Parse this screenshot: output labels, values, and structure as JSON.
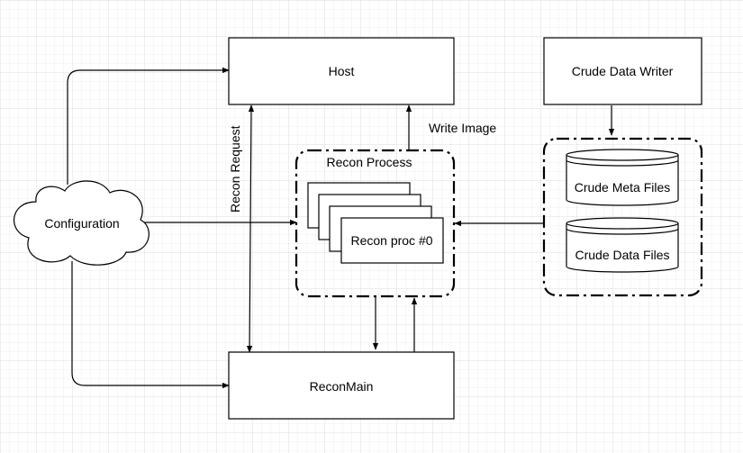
{
  "nodes": {
    "host": "Host",
    "crude_data_writer": "Crude Data Writer",
    "configuration": "Configuration",
    "recon_process": "Recon Process",
    "recon_proc": "Recon proc #0",
    "crude_meta_files": "Crude Meta Files",
    "crude_data_files": "Crude Data Files",
    "recon_main": "ReconMain"
  },
  "edges": {
    "write_image": "Write Image",
    "recon_request": "Recon Request"
  },
  "colors": {
    "grid": "#e6e6e6",
    "stroke": "#000000",
    "fill": "#ffffff"
  }
}
